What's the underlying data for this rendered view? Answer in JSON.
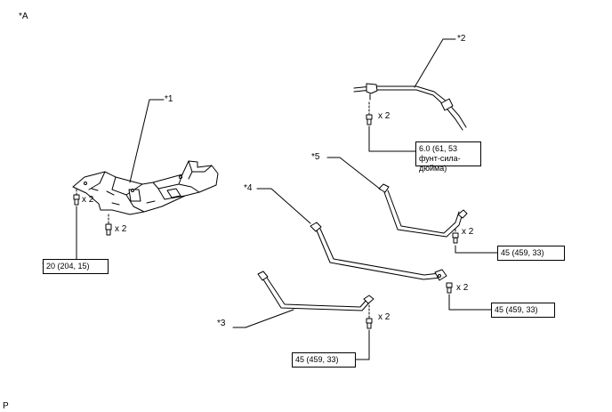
{
  "figure_id": "*A",
  "page_marker": "P",
  "parts": {
    "p1": "*1",
    "p2": "*2",
    "p3": "*3",
    "p4": "*4",
    "p5": "*5"
  },
  "quantities": {
    "q_guard_left": "x 2",
    "q_guard_bottom": "x 2",
    "q_tube": "x 2",
    "q_band5": "x 2",
    "q_band4": "x 2",
    "q_band3": "x 2"
  },
  "torques": {
    "t_guard": "20 (204, 15)",
    "t_tube": "6.0 (61, 53 фунт-сила-дюйма)",
    "t_band5": "45 (459, 33)",
    "t_band4": "45 (459, 33)",
    "t_band3": "45 (459, 33)"
  }
}
